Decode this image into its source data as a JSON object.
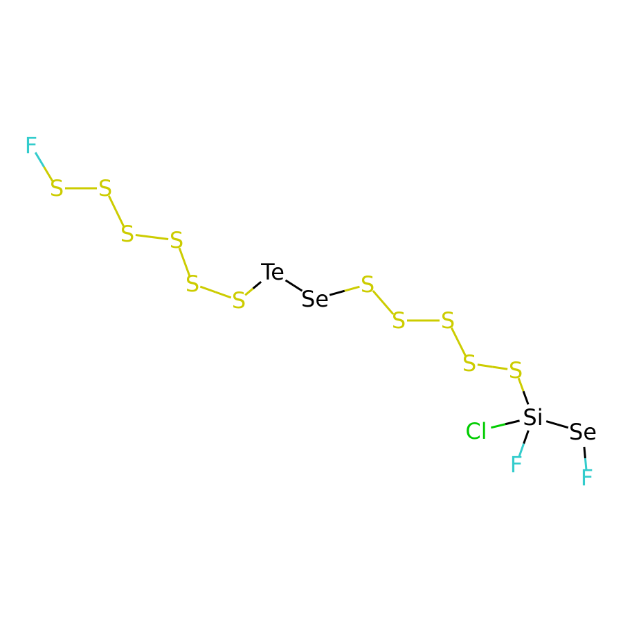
{
  "colors": {
    "S": "#CCCC00",
    "F": "#33CCCC",
    "Cl": "#00CC00",
    "Te": "#000000",
    "Se": "#000000",
    "Si": "#000000"
  },
  "atoms": [
    {
      "id": "F1",
      "label": "F"
    },
    {
      "id": "S1",
      "label": "S"
    },
    {
      "id": "S2",
      "label": "S"
    },
    {
      "id": "S3",
      "label": "S"
    },
    {
      "id": "S4",
      "label": "S"
    },
    {
      "id": "S5",
      "label": "S"
    },
    {
      "id": "S6",
      "label": "S"
    },
    {
      "id": "Te1",
      "label": "Te"
    },
    {
      "id": "Se1",
      "label": "Se"
    },
    {
      "id": "S7",
      "label": "S"
    },
    {
      "id": "S8",
      "label": "S"
    },
    {
      "id": "S9",
      "label": "S"
    },
    {
      "id": "S10",
      "label": "S"
    },
    {
      "id": "S11",
      "label": "S"
    },
    {
      "id": "Si1",
      "label": "Si"
    },
    {
      "id": "Cl1",
      "label": "Cl"
    },
    {
      "id": "F2",
      "label": "F"
    },
    {
      "id": "Se2",
      "label": "Se"
    },
    {
      "id": "F3",
      "label": "F"
    }
  ],
  "bonds": [
    [
      "F1",
      "S1"
    ],
    [
      "S1",
      "S2"
    ],
    [
      "S2",
      "S3"
    ],
    [
      "S3",
      "S4"
    ],
    [
      "S4",
      "S5"
    ],
    [
      "S5",
      "S6"
    ],
    [
      "S6",
      "Te1"
    ],
    [
      "Te1",
      "Se1"
    ],
    [
      "Se1",
      "S7"
    ],
    [
      "S7",
      "S8"
    ],
    [
      "S8",
      "S9"
    ],
    [
      "S9",
      "S10"
    ],
    [
      "S10",
      "S11"
    ],
    [
      "S11",
      "Si1"
    ],
    [
      "Si1",
      "Cl1"
    ],
    [
      "Si1",
      "F2"
    ],
    [
      "Si1",
      "Se2"
    ],
    [
      "Se2",
      "F3"
    ]
  ]
}
